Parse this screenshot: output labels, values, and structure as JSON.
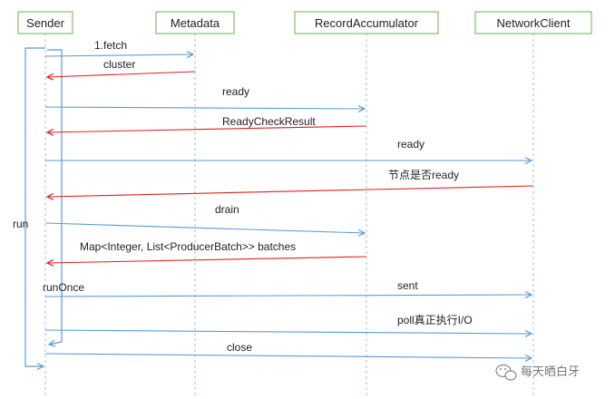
{
  "colors": {
    "call": "#5b9bd5",
    "return": "#e02020",
    "lifeline": "#9ec3e6",
    "header_border": "#6ab04c"
  },
  "participants": [
    "Sender",
    "Metadata",
    "RecordAccumulator",
    "NetworkClient"
  ],
  "messages": [
    {
      "label": "1.fetch",
      "from": 0,
      "to": 1,
      "kind": "call"
    },
    {
      "label": "cluster",
      "from": 1,
      "to": 0,
      "kind": "return"
    },
    {
      "label": "ready",
      "from": 0,
      "to": 2,
      "kind": "call"
    },
    {
      "label": "ReadyCheckResult",
      "from": 2,
      "to": 0,
      "kind": "return"
    },
    {
      "label": "ready",
      "from": 0,
      "to": 3,
      "kind": "call"
    },
    {
      "label": "节点是否ready",
      "from": 3,
      "to": 0,
      "kind": "return"
    },
    {
      "label": "drain",
      "from": 0,
      "to": 2,
      "kind": "call"
    },
    {
      "label": "Map<Integer, List<ProducerBatch>> batches",
      "from": 2,
      "to": 0,
      "kind": "return"
    },
    {
      "label": "sent",
      "from": 0,
      "to": 3,
      "kind": "call"
    },
    {
      "label": "poll真正执行I/O",
      "from": 0,
      "to": 3,
      "kind": "call"
    },
    {
      "label": "close",
      "from": 0,
      "to": 3,
      "kind": "call"
    }
  ],
  "loops": {
    "outer_label": "run",
    "inner_label": "runOnce"
  },
  "watermark": {
    "icon": "wechat-icon",
    "text": "每天晒白牙"
  }
}
